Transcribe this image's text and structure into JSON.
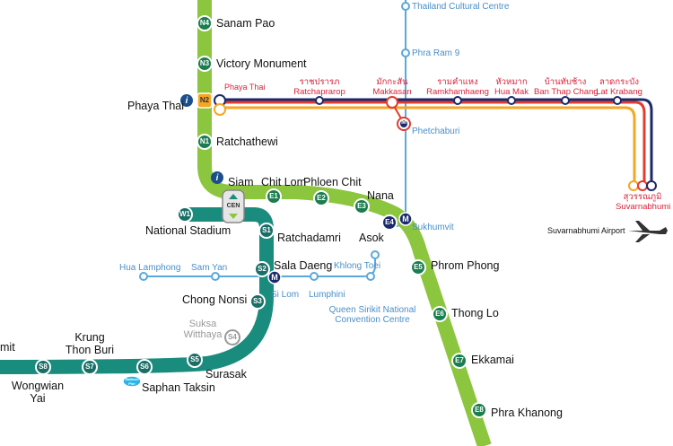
{
  "lines": {
    "sukhumvit": {
      "color": "#8cc63f"
    },
    "silom": {
      "color": "#1a8c7e"
    },
    "mrt": {
      "color": "#5aa8dc"
    },
    "airport_link": {
      "colors": [
        "#e03c31",
        "#f5a623",
        "#1b2a6b"
      ]
    }
  },
  "stations": {
    "n4": {
      "code": "N4",
      "name": "Sanam Pao"
    },
    "n3": {
      "code": "N3",
      "name": "Victory Monument"
    },
    "n2": {
      "code": "N2",
      "name": "Phaya Thai",
      "alt": "Phaya Thai"
    },
    "n1": {
      "code": "N1",
      "name": "Ratchathewi"
    },
    "cen": {
      "code": "CEN",
      "name": "Siam"
    },
    "e1": {
      "code": "E1",
      "name": "Chit Lom"
    },
    "e2": {
      "code": "E2",
      "name": "Phloen Chit"
    },
    "e3": {
      "code": "E3",
      "name": "Nana"
    },
    "e4": {
      "code": "E4",
      "name": "Asok"
    },
    "e5": {
      "code": "E5",
      "name": "Phrom Phong"
    },
    "e6": {
      "code": "E6",
      "name": "Thong Lo"
    },
    "e7": {
      "code": "E7",
      "name": "Ekkamai"
    },
    "e8": {
      "code": "E8",
      "name": "Phra Khanong"
    },
    "w1": {
      "code": "W1",
      "name": "National Stadium"
    },
    "s1": {
      "code": "S1",
      "name": "Ratchadamri"
    },
    "s2": {
      "code": "S2",
      "name": "Sala Daeng"
    },
    "s3": {
      "code": "S3",
      "name": "Chong Nonsi"
    },
    "s4": {
      "code": "S4",
      "name": "Suksa Witthaya"
    },
    "s5": {
      "code": "S5",
      "name": "Surasak"
    },
    "s6": {
      "code": "S6",
      "name": "Saphan Taksin"
    },
    "s7": {
      "code": "S7",
      "name": "Krung Thon Buri"
    },
    "s8": {
      "code": "S8",
      "name": "Wongwian Yai"
    },
    "pho_nimit": {
      "name": "mit"
    }
  },
  "mrt_labels": {
    "thailand_cultural_centre": "Thailand Cultural Centre",
    "phra_ram9": "Phra Ram 9",
    "phetchaburi": "Phetchaburi",
    "sukhumvit": "Sukhumvit",
    "klong_toei": "Khlong Toei",
    "queen_sirikit": "Queen Sirikit National Convention Centre",
    "lumphini": "Lumphini",
    "si_lom": "Si Lom",
    "sam_yan": "Sam Yan",
    "hua_lamphong": "Hua Lamphong",
    "m_badge": "M"
  },
  "airport_link_stations": [
    {
      "thai": "ราชปรารภ",
      "en": "Ratchaprarop"
    },
    {
      "thai": "มักกะสัน",
      "en": "Makkasan"
    },
    {
      "thai": "รามคำแหง",
      "en": "Ramkhamhaeng"
    },
    {
      "thai": "หัวหมาก",
      "en": "Hua Mak"
    },
    {
      "thai": "บ้านทับช้าง",
      "en": "Ban Thap Chang"
    },
    {
      "thai": "ลาดกระบัง",
      "en": "Lat Krabang"
    },
    {
      "thai": "สุวรรณภูมิ",
      "en": "Suvarnabhumi"
    }
  ],
  "airport": {
    "label": "Suvarnabhumi Airport",
    "icon": "airplane-icon"
  },
  "pier": {
    "label": "Sathorn Pier",
    "icon": "pier-badge-icon"
  },
  "info_icon": {
    "glyph": "i"
  }
}
